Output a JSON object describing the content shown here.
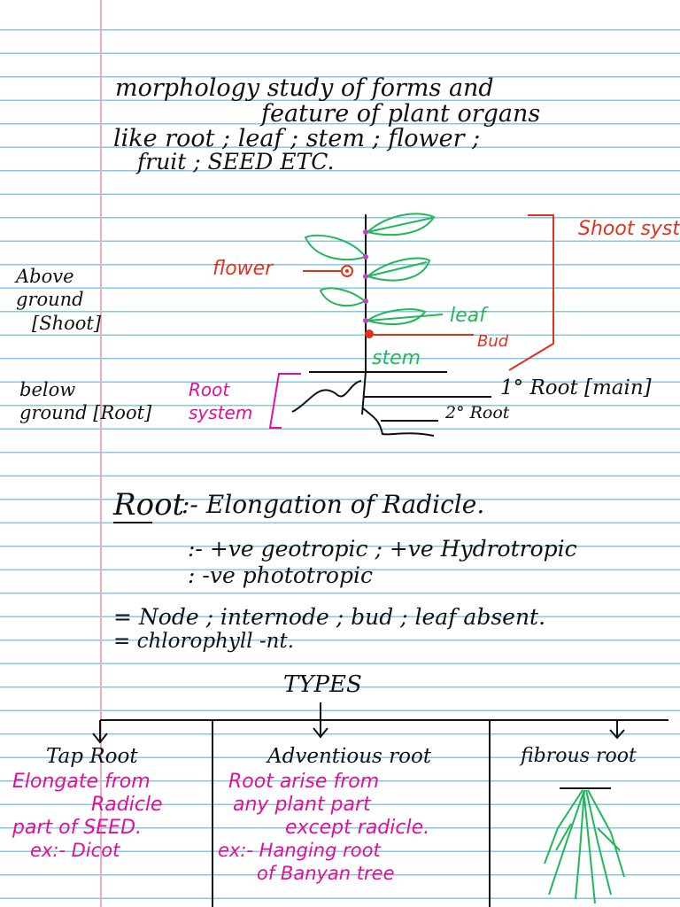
{
  "intro": {
    "line1": "morphology study of forms and",
    "line2": "feature of plant organs",
    "line3": "like root ; leaf ; stem ; flower ;",
    "line4": "fruit ; SEED ETC."
  },
  "plant": {
    "shoot_system": "Shoot system",
    "flower": "flower",
    "leaf": "leaf",
    "bud": "Bud",
    "stem": "stem",
    "primary_root": "1° Root [main]",
    "secondary_root": "2° Root",
    "root_system": "Root system"
  },
  "sides": {
    "above_1": "Above",
    "above_2": "ground",
    "above_3": "[Shoot]",
    "below_1": "below",
    "below_2": "ground [Root]"
  },
  "root_notes": {
    "heading": "Root",
    "definition": ":- Elongation of Radicle.",
    "line1": ":- +ve geotropic ; +ve Hydrotropic",
    "line2": ": -ve phototropic",
    "line3": "= Node ; internode ; bud ; leaf absent.",
    "line4": "= chlorophyll -nt."
  },
  "types": {
    "heading": "TYPES",
    "tap": {
      "title": "Tap Root",
      "l1": "Elongate from",
      "l2": "Radicle",
      "l3": "part of SEED.",
      "l4": "ex:- Dicot"
    },
    "adventitious": {
      "title": "Adventious root",
      "l1": "Root arise from",
      "l2": "any plant part",
      "l3": "except radicle.",
      "l4": "ex:- Hanging root",
      "l5": "of Banyan tree"
    },
    "fibrous": {
      "title": "fibrous root"
    }
  },
  "colors": {
    "ink": "#111111",
    "pink": "#e0109a",
    "red": "#e0321e",
    "green": "#22b85a",
    "rule_line": "#86c7e6",
    "margin_line": "#f2a9b8"
  }
}
